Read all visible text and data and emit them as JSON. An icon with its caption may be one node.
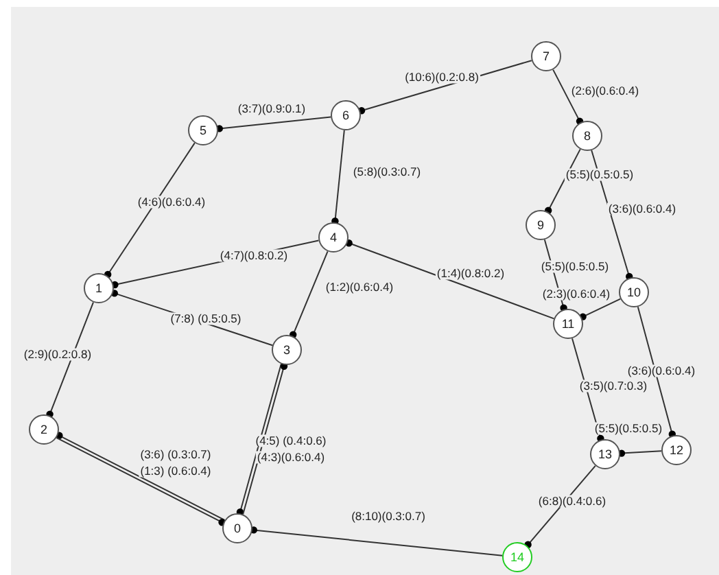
{
  "diagram": {
    "nodes": [
      {
        "text": [
          "0"
        ]
      },
      {
        "text": [
          "1"
        ]
      },
      {
        "text": [
          "2"
        ]
      },
      {
        "text": [
          "3"
        ]
      },
      {
        "text": [
          "4"
        ]
      },
      {
        "text": [
          "5"
        ]
      },
      {
        "text": [
          "6"
        ]
      },
      {
        "text": [
          "7"
        ]
      },
      {
        "text": [
          "8"
        ]
      },
      {
        "text": [
          "9"
        ]
      },
      {
        "text": [
          "10"
        ]
      },
      {
        "text": [
          "11"
        ]
      },
      {
        "text": [
          "12"
        ]
      },
      {
        "text": [
          "13"
        ]
      },
      {
        "text": [
          "14"
        ]
      }
    ],
    "edges": [
      {
        "from": 6,
        "to": 5,
        "arrow": "other",
        "label": "(3:7)(0.9:0.1)"
      },
      {
        "from": 7,
        "to": 6,
        "arrow": "other",
        "label": "(10:6)(0.2:0.8)"
      },
      {
        "from": 7,
        "to": 8,
        "arrow": "other",
        "label": "(2:6)(0.6:0.4)"
      },
      {
        "from": 6,
        "to": 4,
        "arrow": "other",
        "label": "(5:8)(0.3:0.7)"
      },
      {
        "from": 5,
        "to": 1,
        "arrow": "other",
        "label": "(4:6)(0.6:0.4)"
      },
      {
        "from": 4,
        "to": 1,
        "arrow": "other",
        "label": "(4:7)(0.8:0.2)"
      },
      {
        "from": 8,
        "to": 9,
        "arrow": "other",
        "label": "(5:5)(0.5:0.5)"
      },
      {
        "from": 8,
        "to": 10,
        "arrow": "other",
        "label": "(3:6)(0.6:0.4)"
      },
      {
        "from": 4,
        "to": 3,
        "arrow": "other",
        "label": "(1:2)(0.6:0.4)"
      },
      {
        "from": 11,
        "to": 4,
        "arrow": "other",
        "label": "(1:4)(0.8:0.2)"
      },
      {
        "from": 9,
        "to": 11,
        "arrow": "other",
        "label": "(5:5)(0.5:0.5)"
      },
      {
        "from": 10,
        "to": 11,
        "arrow": "other",
        "label": "(2:3)(0.6:0.4)"
      },
      {
        "from": 3,
        "to": 1,
        "arrow": "other",
        "label": "(7:8) (0.5:0.5)"
      },
      {
        "from": 1,
        "to": 2,
        "arrow": "other",
        "label": "(2:9)(0.2:0.8)"
      },
      {
        "from": 10,
        "to": 12,
        "arrow": "other",
        "label": "(3:6)(0.6:0.4)"
      },
      {
        "from": 11,
        "to": 13,
        "arrow": "other",
        "label": "(3:5)(0.7:0.3)"
      },
      {
        "from": 3,
        "to": 0,
        "arrow": "other",
        "label": "(4:5) (0.4:0.6)"
      },
      {
        "from": 0,
        "to": 3,
        "arrow": "other",
        "label": "(4:3)(0.6:0.4)"
      },
      {
        "from": 0,
        "to": 2,
        "arrow": "other",
        "label": "(3:6) (0.3:0.7)"
      },
      {
        "from": 2,
        "to": 0,
        "arrow": "other",
        "label": "(1:3) (0.6:0.4)"
      },
      {
        "from": 12,
        "to": 13,
        "arrow": "other",
        "label": "(5:5)(0.5:0.5)"
      },
      {
        "from": 14,
        "to": 0,
        "arrow": "other",
        "label": "(8:10)(0.3:0.7)"
      },
      {
        "from": 13,
        "to": 14,
        "arrow": "other",
        "label": "(6:8)(0.4:0.6)"
      }
    ]
  }
}
